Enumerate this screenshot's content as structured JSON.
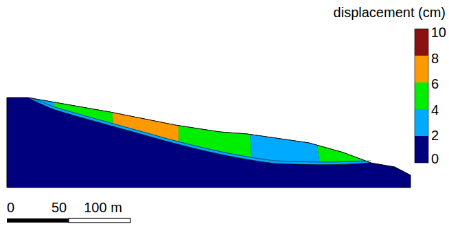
{
  "diagram": {
    "labels": [
      "displacement (cm)",
      "10",
      "8",
      "6",
      "4",
      "2",
      "0",
      "0",
      "50",
      "100 m"
    ]
  }
}
